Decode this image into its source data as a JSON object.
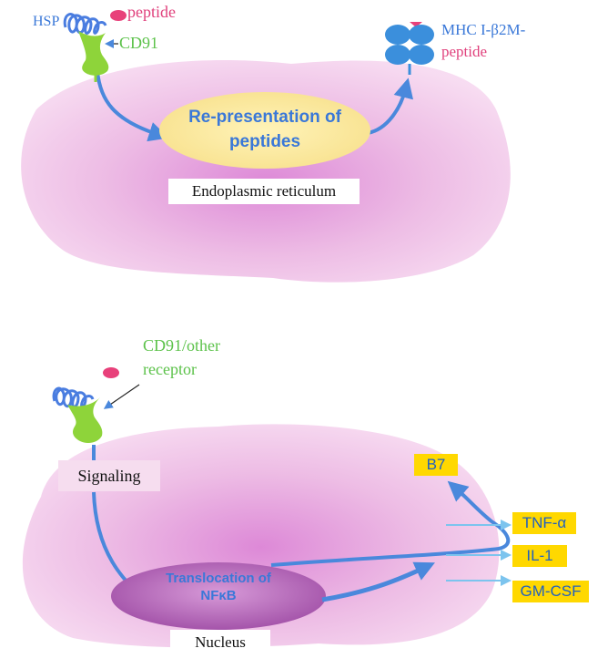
{
  "colors": {
    "cell": "#f2c4e6",
    "cell_center": "#d774d0",
    "arrow": "#4a88dc",
    "arrow_light": "#7cc4ee",
    "hsp_coil": "#4a7de0",
    "receptor": "#8ed43a",
    "peptide": "#e8407a",
    "mhc": "#3b8fdc",
    "er_fill": "#fbe89a",
    "nucleus_fill": "#b85cbc",
    "label_blue": "#3a78d8",
    "label_green": "#5cc24a",
    "label_pink": "#e0407c",
    "cytokine_box": "#ffd800",
    "cytokine_text": "#2060c0"
  },
  "top_panel": {
    "hsp_label": "HSP",
    "peptide_label": "peptide",
    "cd91_label": "CD91",
    "mhc_label_line1": "MHC I-β2M-",
    "mhc_label_line2": "peptide",
    "er_title_line1": "Re-presentation of",
    "er_title_line2": "peptides",
    "er_box_label": "Endoplasmic reticulum"
  },
  "bottom_panel": {
    "receptor_label_line1": "CD91/other",
    "receptor_label_line2": "receptor",
    "signaling_label": "Signaling",
    "nucleus_title_line1": "Translocation of",
    "nucleus_title_line2": "NFκB",
    "nucleus_box_label": "Nucleus",
    "outputs": [
      "B7",
      "TNF-α",
      "IL-1",
      "GM-CSF"
    ]
  }
}
